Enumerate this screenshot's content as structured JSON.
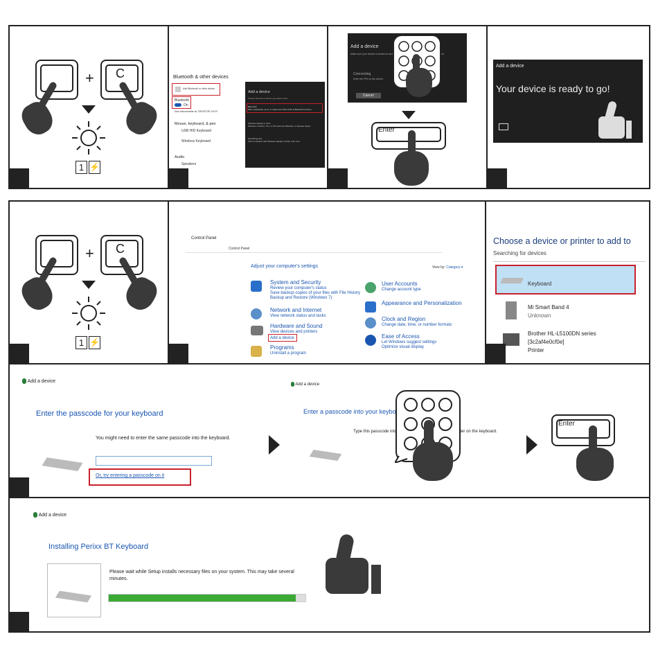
{
  "keys": {
    "plus": "+",
    "c": "C",
    "enter": "Enter"
  },
  "battery": {
    "one": "1",
    "bolt": "⚡"
  },
  "row1": {
    "settings": {
      "heading": "Bluetooth & other devices",
      "add_device_label": "Add Bluetooth or other device",
      "bluetooth_label": "Bluetooth",
      "toggle_label": "On",
      "discoverable": "Now discoverable as \"DESKTOP-XXXX\"",
      "mouse_heading": "Mouse, keyboard, & pen",
      "device1": "USB HID Keyboard",
      "device2": "Wireless Keyboard",
      "audio_heading": "Audio",
      "audio_item": "Speakers",
      "dialog_title": "Add a device",
      "dialog_subtitle": "Choose the kind of device you want to add.",
      "opt1_title": "Bluetooth",
      "opt1_desc": "Mice, keyboards, pens, or audio and other kinds of Bluetooth devices",
      "opt2_title": "Wireless display or dock",
      "opt2_desc": "Wireless monitors, TVs, or PCs that use Miracast, or wireless docks",
      "opt3_title": "Everything else",
      "opt3_desc": "Xbox controllers with Wireless adapter, DLNA, and more"
    },
    "pin": {
      "title": "Add a device",
      "text": "Make sure your device is turned on and discoverable. Select a device below to connect.",
      "connecting": "Connecting",
      "hint": "Enter the PIN on the device.",
      "cancel": "Cancel"
    },
    "ready": {
      "title": "Add a device",
      "message": "Your device is ready to go!"
    }
  },
  "row2": {
    "cp": {
      "window_title": "Control Panel",
      "address": "Control Panel",
      "heading": "Adjust your computer's settings",
      "view_by": "View by:",
      "category": "Category ▾",
      "items": [
        {
          "title": "System and Security",
          "links": [
            "Review your computer's status",
            "Save backup copies of your files with File History",
            "Backup and Restore (Windows 7)"
          ]
        },
        {
          "title": "Network and Internet",
          "links": [
            "View network status and tasks"
          ]
        },
        {
          "title": "Hardware and Sound",
          "links": [
            "View devices and printers",
            "Add a device"
          ]
        },
        {
          "title": "Programs",
          "links": [
            "Uninstall a program"
          ]
        },
        {
          "title": "User Accounts",
          "links": [
            "Change account type"
          ]
        },
        {
          "title": "Appearance and Personalization",
          "links": []
        },
        {
          "title": "Clock and Region",
          "links": [
            "Change date, time, or number formats"
          ]
        },
        {
          "title": "Ease of Access",
          "links": [
            "Let Windows suggest settings",
            "Optimize visual display"
          ]
        }
      ]
    },
    "chooser": {
      "title": "Choose a device or printer to add to",
      "subtitle": "Searching for devices",
      "devices": [
        {
          "name": "Keyboard",
          "sub": ""
        },
        {
          "name": "Mi Smart Band 4",
          "sub": "Unknown"
        },
        {
          "name": "Brother HL-L5100DN series",
          "sub": "[3c2af4e0cf0e]",
          "sub2": "Printer"
        }
      ]
    }
  },
  "row3": {
    "title": "Add a device",
    "heading": "Enter the passcode for your keyboard",
    "text": "You might need to enter the same passcode into the keyboard.",
    "link": "Or, try entering a passcode on it",
    "title2": "Add a device",
    "heading2": "Enter a passcode into your keyboard",
    "text2": "Type this passcode into your keyboard, and then press Enter on the keyboard."
  },
  "row4": {
    "title": "Add a device",
    "heading": "Installing Perixx BT Keyboard",
    "text": "Please wait while Setup installs necessary files on your system. This may take several minutes.",
    "progress": 0.95
  },
  "colors": {
    "accent": "#1a56b0",
    "red": "#c8202a",
    "green": "#3aaa35",
    "dark": "#1f1f1f",
    "highlight": "#bfe0f5"
  }
}
